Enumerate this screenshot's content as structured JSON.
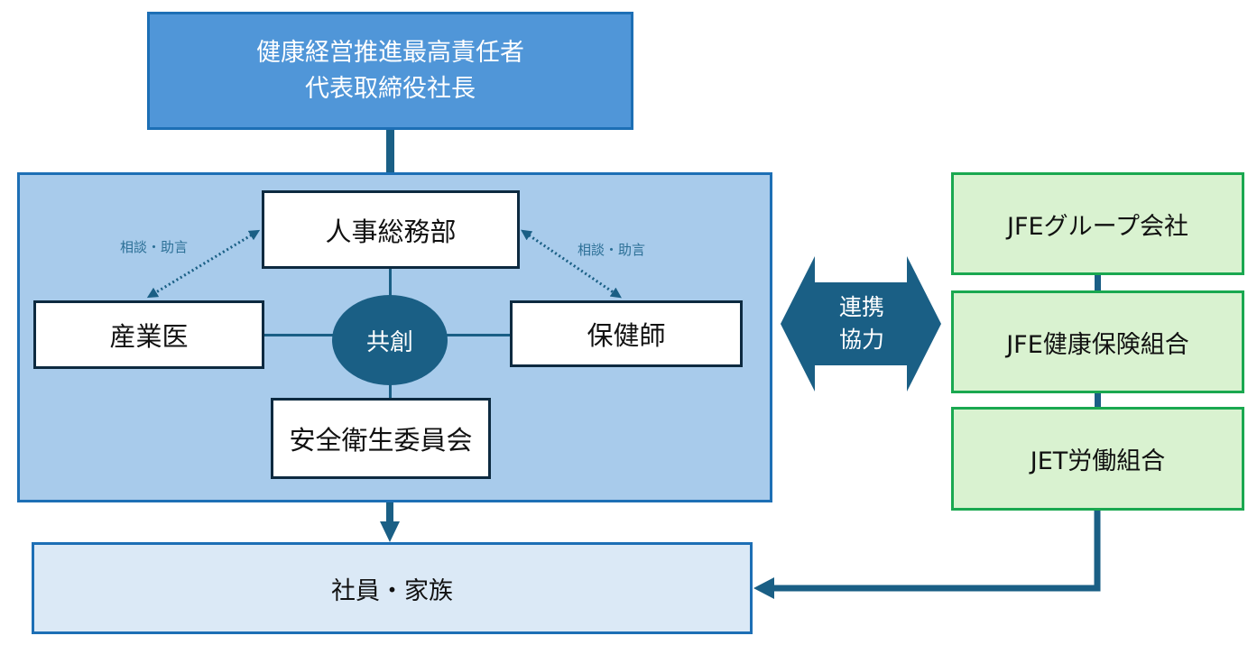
{
  "top_box": {
    "line1": "健康経営推進最高責任者",
    "line2": "代表取締役社長"
  },
  "middle_panel": {
    "hr_department": "人事総務部",
    "occupational_physician": "産業医",
    "public_health_nurse": "保健師",
    "safety_health_committee": "安全衛生委員会",
    "co_creation": "共創",
    "consult_left": "相談・助言",
    "consult_right": "相談・助言"
  },
  "collaboration_arrow": {
    "line1": "連携",
    "line2": "協力"
  },
  "partners": [
    {
      "label": "JFEグループ会社"
    },
    {
      "label": "JFE健康保険組合"
    },
    {
      "label": "JET労働組合"
    }
  ],
  "bottom_box": {
    "label": "社員・家族"
  },
  "colors": {
    "top_box_fill": "#5096d8",
    "panel_fill": "#a8cbeb",
    "accent_dark": "#1a5f85",
    "partner_fill": "#d9f2d0",
    "partner_border": "#1aa850",
    "bottom_fill": "#dbe9f6",
    "border_blue": "#1d6fb5"
  }
}
